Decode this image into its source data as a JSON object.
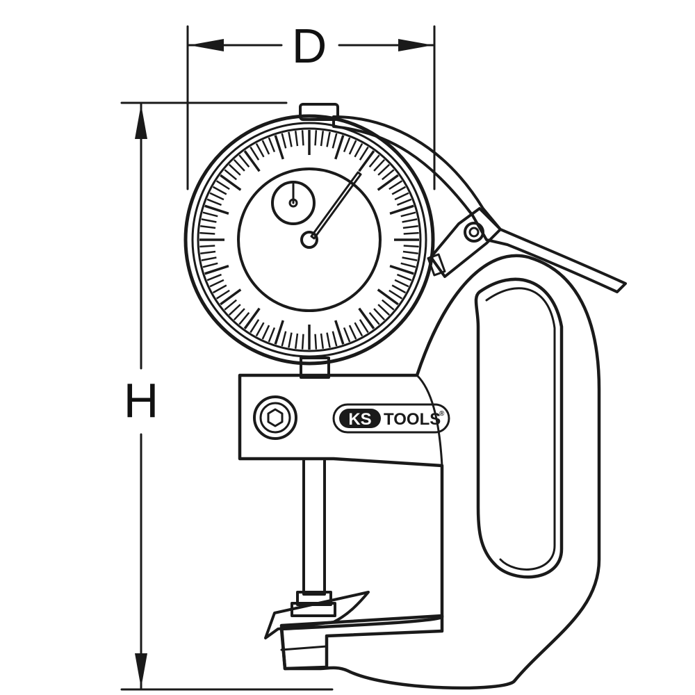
{
  "dimensions": {
    "width_label": "D",
    "height_label": "H"
  },
  "brand": {
    "ks": "KS",
    "tools": "TOOLS",
    "registered": "®"
  },
  "dial": {
    "minor_ticks": 100,
    "major_every": 5
  },
  "colors": {
    "line": "#1a1a1a",
    "background": "#ffffff"
  }
}
